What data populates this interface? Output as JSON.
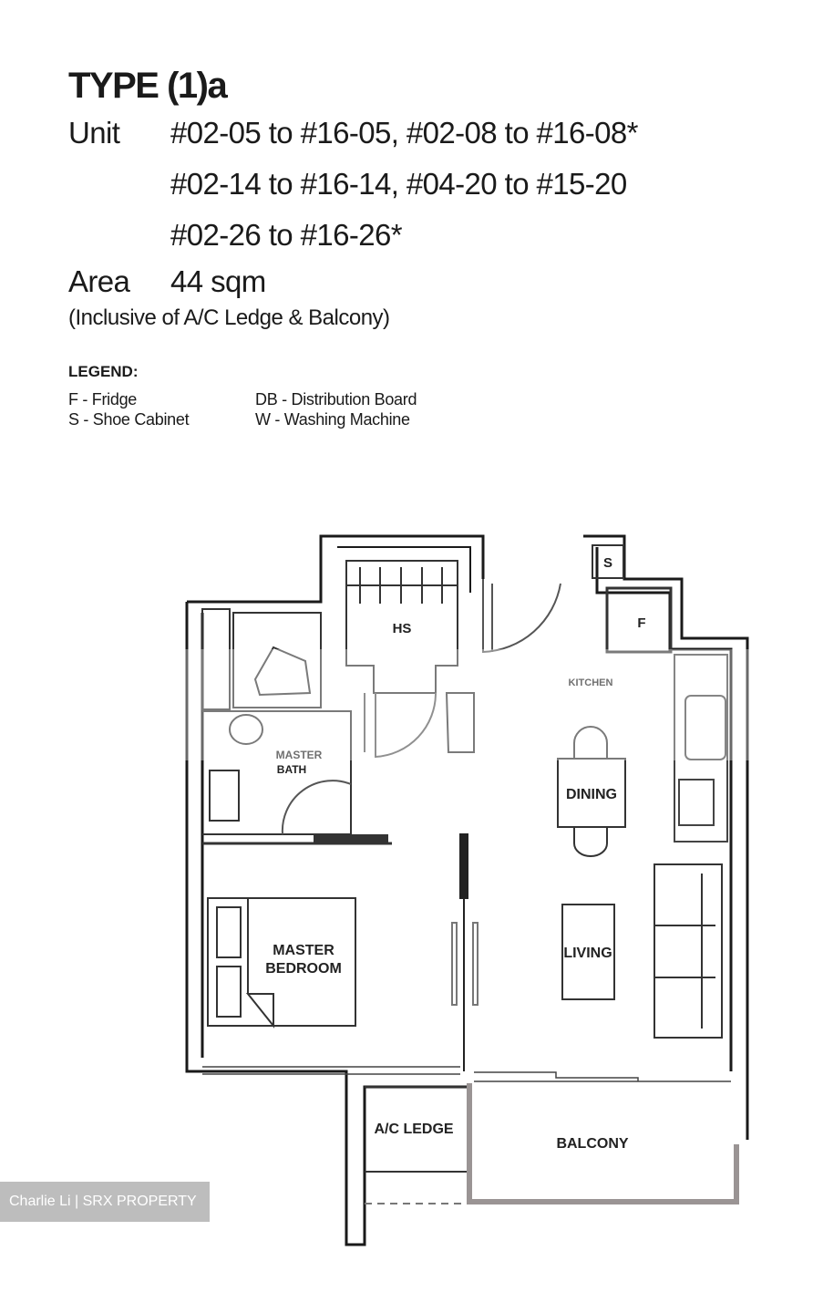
{
  "header": {
    "title": "TYPE (1)a",
    "unit_label": "Unit",
    "unit_lines": [
      "#02-05 to #16-05, #02-08 to #16-08*",
      "#02-14 to #16-14, #04-20 to #15-20",
      "#02-26 to #16-26*"
    ],
    "area_label": "Area",
    "area_value": "44 sqm",
    "area_note": "(Inclusive of A/C Ledge & Balcony)"
  },
  "legend": {
    "title": "LEGEND:",
    "items": [
      "F - Fridge",
      "DB - Distribution Board",
      "S - Shoe Cabinet",
      "W - Washing Machine"
    ]
  },
  "plan": {
    "rooms": {
      "hs": "HS",
      "shoe": "S",
      "fridge": "F",
      "kitchen": "KITCHEN",
      "master_bath_line1": "MASTER",
      "master_bath_line2": "BATH",
      "dining": "DINING",
      "master_bedroom_line1": "MASTER",
      "master_bedroom_line2": "BEDROOM",
      "living": "LIVING",
      "ac_ledge": "A/C LEDGE",
      "balcony": "BALCONY"
    },
    "colors": {
      "wall": "#1a1a1a",
      "balcony_edge": "#9a9494",
      "line": "#333333"
    }
  },
  "credit": {
    "text": "Charlie Li | SRX PROPERTY"
  }
}
